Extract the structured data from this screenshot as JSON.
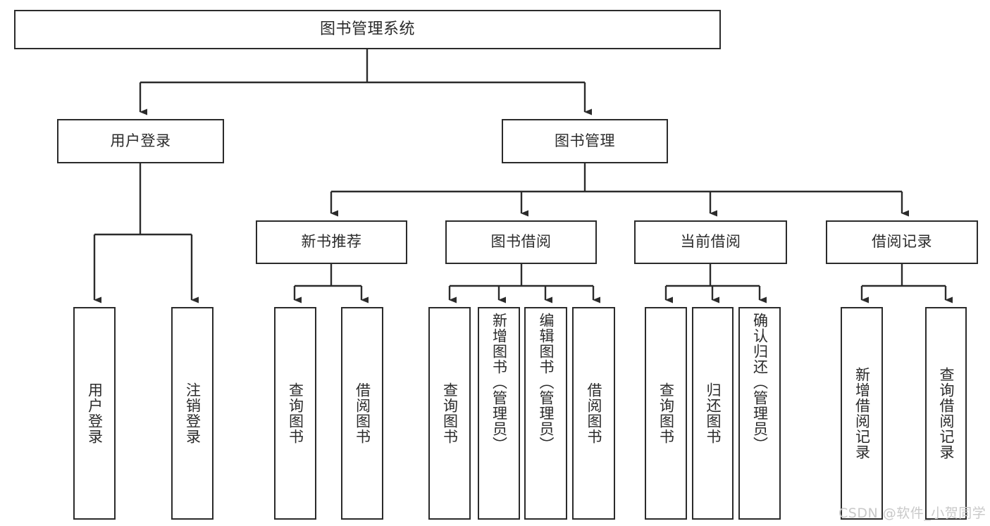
{
  "diagram": {
    "type": "hierarchy-tree",
    "title_node": {
      "id": "root",
      "label": "图书管理系统"
    },
    "level2": [
      {
        "id": "user-login",
        "label": "用户登录"
      },
      {
        "id": "book-manage",
        "label": "图书管理"
      }
    ],
    "level3": [
      {
        "id": "new-book-recommend",
        "label": "新书推荐"
      },
      {
        "id": "book-borrow",
        "label": "图书借阅"
      },
      {
        "id": "current-borrow",
        "label": "当前借阅"
      },
      {
        "id": "borrow-record",
        "label": "借阅记录"
      }
    ],
    "leaves": {
      "user_login": [
        {
          "id": "leaf-user-login",
          "label": "用户登录"
        },
        {
          "id": "leaf-logout-login",
          "label": "注销登录"
        }
      ],
      "new_book_recommend": [
        {
          "id": "leaf-query-book-1",
          "label": "查询图书"
        },
        {
          "id": "leaf-borrow-book-1",
          "label": "借阅图书"
        }
      ],
      "book_borrow": [
        {
          "id": "leaf-query-book-2",
          "label": "查询图书"
        },
        {
          "id": "leaf-add-book",
          "label": "新增图书（管理员）"
        },
        {
          "id": "leaf-edit-book",
          "label": "编辑图书（管理员）"
        },
        {
          "id": "leaf-borrow-book-2",
          "label": "借阅图书"
        }
      ],
      "current_borrow": [
        {
          "id": "leaf-query-book-3",
          "label": "查询图书"
        },
        {
          "id": "leaf-return-book",
          "label": "归还图书"
        },
        {
          "id": "leaf-confirm-return",
          "label": "确认归还（管理员）"
        }
      ],
      "borrow_record": [
        {
          "id": "leaf-add-borrow-record",
          "label": "新增借阅记录"
        },
        {
          "id": "leaf-query-borrow-record",
          "label": "查询借阅记录"
        }
      ]
    }
  },
  "watermark": {
    "text": "CSDN @软件_小贺同学"
  },
  "colors": {
    "stroke": "#2b2b2b",
    "background": "#ffffff",
    "text": "#2b2b2b",
    "watermark": "#c9c9c9"
  }
}
